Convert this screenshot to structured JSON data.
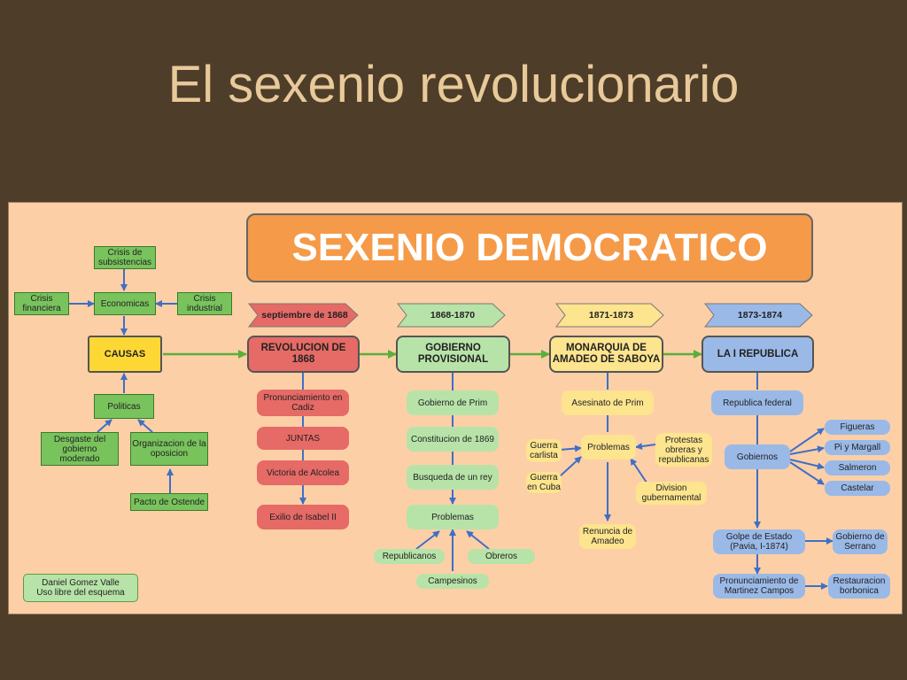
{
  "slide_title": "El sexenio revolucionario",
  "diagram_title": "SEXENIO DEMOCRATICO",
  "periods": [
    "septiembre de 1868",
    "1868-1870",
    "1871-1873",
    "1873-1874"
  ],
  "periods_colors": [
    "#e66a66",
    "#b7e3a8",
    "#fde48e",
    "#9ab9e7"
  ],
  "causes": {
    "causas": "CAUSAS",
    "economicas": "Economicas",
    "crisis_subsistencias": "Crisis de subsistencias",
    "crisis_financiera": "Crisis financiera",
    "crisis_industrial": "Crisis industrial",
    "politicas": "Politicas",
    "desgaste": "Desgaste del gobierno moderado",
    "organizacion": "Organizacion de la oposicion",
    "pacto": "Pacto de Ostende"
  },
  "revolucion": {
    "title": "REVOLUCION DE 1868",
    "items": [
      "Pronunciamiento en Cadiz",
      "JUNTAS",
      "Victoria de Alcolea",
      "Exilio de Isabel II"
    ]
  },
  "gobierno": {
    "title": "GOBIERNO PROVISIONAL",
    "items": [
      "Gobierno de Prim",
      "Constitucion de 1869",
      "Busqueda de un rey",
      "Problemas"
    ],
    "problemas": [
      "Republicanos",
      "Obreros",
      "Campesinos"
    ]
  },
  "monarquia": {
    "title": "MONARQUIA DE AMADEO DE SABOYA",
    "asesinato": "Asesinato de Prim",
    "problemas": "Problemas",
    "guerra_carlista": "Guerra carlista",
    "guerra_cuba": "Guerra en Cuba",
    "protestas": "Protestas obreras y republicanas",
    "division": "Division gubernamental",
    "renuncia": "Renuncia de Amadeo"
  },
  "republica": {
    "title": "LA I REPUBLICA",
    "federal": "Republica federal",
    "gobiernos": "Gobiernos",
    "presidentes": [
      "Figueras",
      "Pi y Margall",
      "Salmeron",
      "Castelar"
    ],
    "golpe": "Golpe de Estado (Pavia, I-1874)",
    "gobierno_serrano": "Gobierno de Serrano",
    "pronunciamiento": "Pronunciamiento de Martinez Campos",
    "restauracion": "Restauracion borbonica"
  },
  "credit": "Daniel Gomez Valle Uso libre del esquema"
}
